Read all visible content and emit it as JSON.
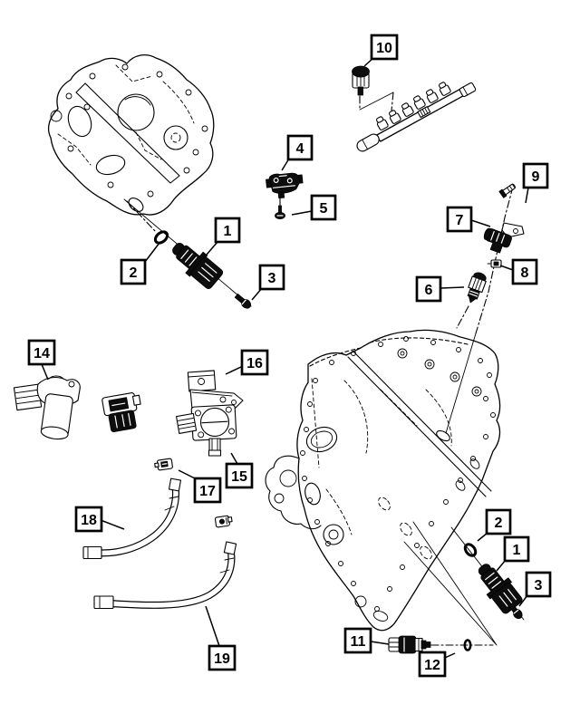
{
  "page": {
    "type": "parts-catalog-exploded-diagram",
    "background": "#ffffff",
    "ink": "#000000"
  },
  "callouts": [
    {
      "ref": "cam-sensor-front",
      "label": "1"
    },
    {
      "ref": "o-ring-front",
      "label": "2"
    },
    {
      "ref": "sensor-bolt-front",
      "label": "3"
    },
    {
      "ref": "map-sensor",
      "label": "4"
    },
    {
      "ref": "map-sensor-screw",
      "label": "5"
    },
    {
      "ref": "temp-sensor",
      "label": "6"
    },
    {
      "ref": "pressure-sensor-bracket",
      "label": "7"
    },
    {
      "ref": "retaining-clip",
      "label": "8"
    },
    {
      "ref": "sensor-screw",
      "label": "9"
    },
    {
      "ref": "fuel-rail-sensor",
      "label": "10"
    },
    {
      "ref": "oil-pressure-sensor",
      "label": "11"
    },
    {
      "ref": "o-ring-oil-sensor",
      "label": "12"
    },
    {
      "ref": "coolant-sensor",
      "label": "14"
    },
    {
      "ref": "sensor-assembly",
      "label": "15"
    },
    {
      "ref": "sensor-bracket",
      "label": "16"
    },
    {
      "ref": "hose-clip",
      "label": "17"
    },
    {
      "ref": "hose-upper",
      "label": "18"
    },
    {
      "ref": "hose-lower",
      "label": "19"
    },
    {
      "ref": "cam-sensor-rear",
      "label": "1"
    },
    {
      "ref": "o-ring-rear",
      "label": "2"
    },
    {
      "ref": "sensor-bolt-rear",
      "label": "3"
    }
  ]
}
